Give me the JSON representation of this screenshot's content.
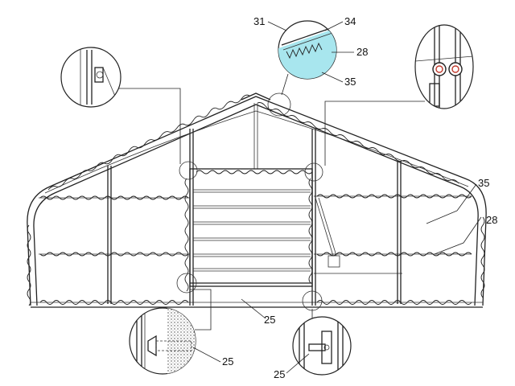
{
  "labels": {
    "l31": "31",
    "l34": "34",
    "l28_top": "28",
    "l35_top": "35",
    "l35_right": "35",
    "l28_right": "28",
    "l25_mid": "25",
    "l25_left_detail": "25",
    "l25_right_detail": "25"
  },
  "colors": {
    "line": "#222222",
    "film_cyan": "#a8e6ee",
    "detail_red": "#c0392b",
    "hatch": "#555555"
  },
  "icons": [
    "wheel-pair-icon",
    "clip-detail-icon",
    "hinge-detail-icon"
  ]
}
